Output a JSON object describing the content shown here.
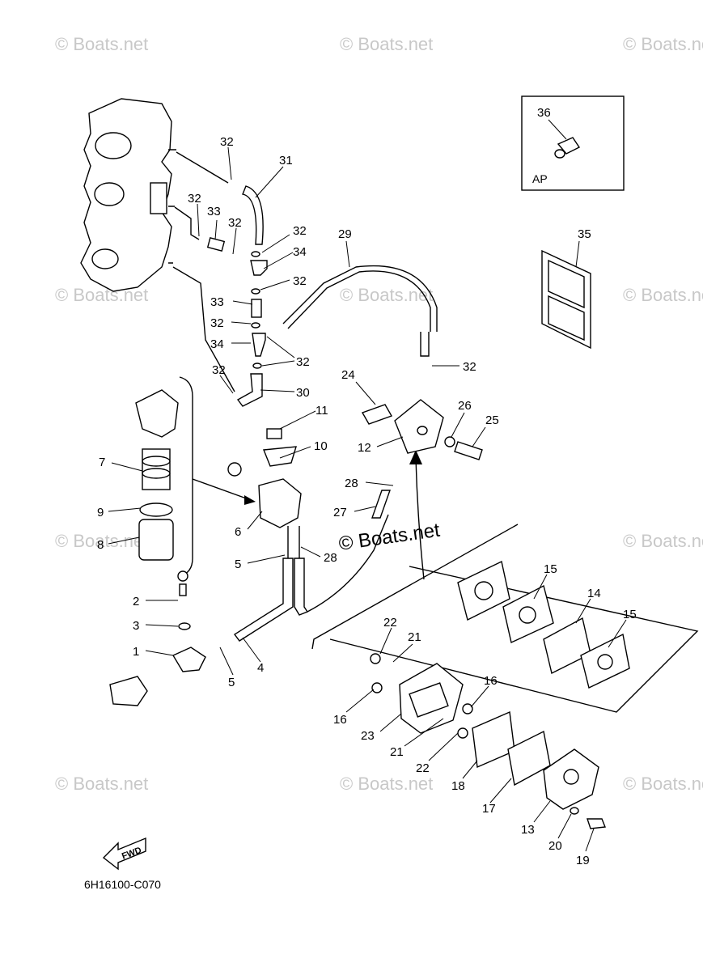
{
  "watermark_text": "© Boats.net",
  "diagram_code": "6H16100-C070",
  "fwd_label": "FWD",
  "ap_label": "AP",
  "part_labels": [
    "1",
    "2",
    "3",
    "4",
    "5",
    "5",
    "6",
    "7",
    "8",
    "9",
    "10",
    "11",
    "12",
    "13",
    "14",
    "15",
    "15",
    "16",
    "16",
    "17",
    "18",
    "19",
    "20",
    "21",
    "21",
    "22",
    "22",
    "23",
    "24",
    "25",
    "26",
    "27",
    "28",
    "28",
    "29",
    "30",
    "31",
    "32",
    "32",
    "32",
    "32",
    "32",
    "32",
    "32",
    "32",
    "33",
    "33",
    "34",
    "34",
    "35",
    "36"
  ]
}
